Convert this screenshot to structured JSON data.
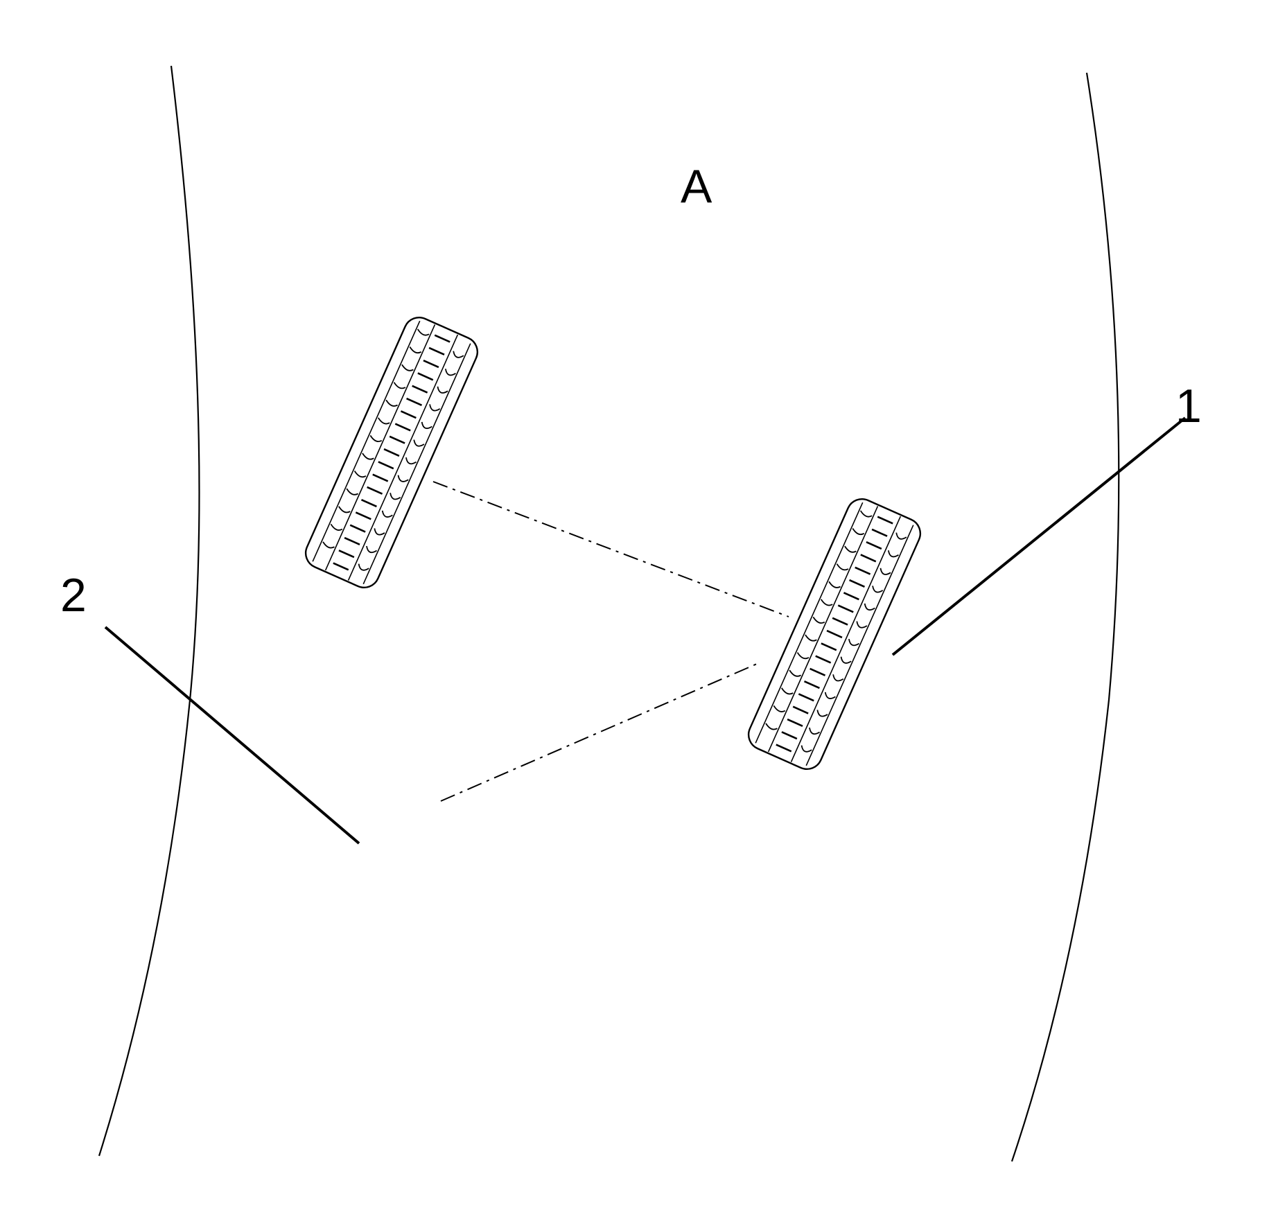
{
  "labels": {
    "region": "A",
    "callout_1": "1",
    "callout_2": "2"
  },
  "colors": {
    "line": "#000000",
    "background": "#ffffff"
  },
  "icons": {
    "tire": "tire-tread-icon"
  }
}
